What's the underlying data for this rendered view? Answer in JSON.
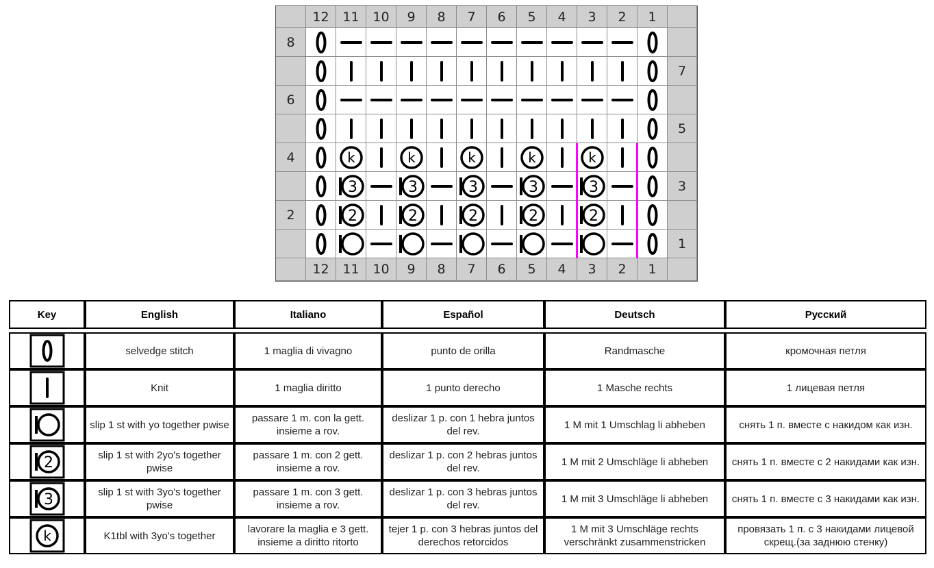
{
  "chart": {
    "top_col_labels": [
      "12",
      "11",
      "10",
      "9",
      "8",
      "7",
      "6",
      "5",
      "4",
      "3",
      "2",
      "1"
    ],
    "bottom_col_labels": [
      "12",
      "11",
      "10",
      "9",
      "8",
      "7",
      "6",
      "5",
      "4",
      "3",
      "2",
      "1"
    ],
    "left_row_labels": [
      "8",
      "",
      "6",
      "",
      "4",
      "",
      "2",
      ""
    ],
    "right_row_labels": [
      "",
      "7",
      "",
      "5",
      "",
      "3",
      "",
      "1"
    ],
    "rows": [
      [
        "selvedge",
        "purl",
        "purl",
        "purl",
        "purl",
        "purl",
        "purl",
        "purl",
        "purl",
        "purl",
        "purl",
        "selvedge"
      ],
      [
        "selvedge",
        "knit",
        "knit",
        "knit",
        "knit",
        "knit",
        "knit",
        "knit",
        "knit",
        "knit",
        "knit",
        "selvedge"
      ],
      [
        "selvedge",
        "purl",
        "purl",
        "purl",
        "purl",
        "purl",
        "purl",
        "purl",
        "purl",
        "purl",
        "purl",
        "selvedge"
      ],
      [
        "selvedge",
        "knit",
        "knit",
        "knit",
        "knit",
        "knit",
        "knit",
        "knit",
        "knit",
        "knit",
        "knit",
        "selvedge"
      ],
      [
        "selvedge",
        "k1tbl3",
        "knit",
        "k1tbl3",
        "knit",
        "k1tbl3",
        "knit",
        "k1tbl3",
        "knit",
        "k1tbl3",
        "knit",
        "selvedge"
      ],
      [
        "selvedge",
        "sl3yo",
        "purl",
        "sl3yo",
        "purl",
        "sl3yo",
        "purl",
        "sl3yo",
        "purl",
        "sl3yo",
        "purl",
        "selvedge"
      ],
      [
        "selvedge",
        "sl2yo",
        "knit",
        "sl2yo",
        "knit",
        "sl2yo",
        "knit",
        "sl2yo",
        "knit",
        "sl2yo",
        "knit",
        "selvedge"
      ],
      [
        "selvedge",
        "sl1yo",
        "purl",
        "sl1yo",
        "purl",
        "sl1yo",
        "purl",
        "sl1yo",
        "purl",
        "sl1yo",
        "purl",
        "selvedge"
      ]
    ],
    "repeat_marker_color": "#ff00ff"
  },
  "legend": {
    "headers": [
      "Key",
      "English",
      "Italiano",
      "Español",
      "Deutsch",
      "Русский"
    ],
    "rows": [
      {
        "symbol": "selvedge",
        "en": "selvedge stitch",
        "it": "1 maglia di vivagno",
        "es": "punto de orilla",
        "de": "Randmasche",
        "ru": "кромочная петля"
      },
      {
        "symbol": "knit",
        "en": "Knit",
        "it": "1 maglia  diritto",
        "es": "1 punto derecho",
        "de": "1 Masche rechts",
        "ru": "1 лицевая петля"
      },
      {
        "symbol": "sl1yo",
        "en": "slip 1 st with yo together pwise",
        "it": "passare 1 m. con la gett. insieme a rov.",
        "es": "deslizar 1 p.  con 1 hebra juntos del rev.",
        "de": "1 M mit 1 Umschlag li abheben",
        "ru": "снять 1 п. вместе с накидом как изн."
      },
      {
        "symbol": "sl2yo",
        "en": "slip 1 st with 2yo's together pwise",
        "it": "passare 1 m. con 2 gett. insieme  a rov.",
        "es": "deslizar 1 p. con 2 hebras juntos del rev.",
        "de": "1 M mit 2 Umschläge li abheben",
        "ru": "снять 1 п. вместе с 2 накидами как изн."
      },
      {
        "symbol": "sl3yo",
        "en": "slip 1 st with 3yo's together pwise",
        "it": "passare 1 m. con 3 gett. insieme  a rov.",
        "es": "deslizar 1 p. con 3 hebras juntos del rev.",
        "de": "1 M mit 3 Umschläge li abheben",
        "ru": "снять 1 п. вместе с 3 накидами как изн."
      },
      {
        "symbol": "k1tbl3",
        "en": "K1tbl with 3yo's together",
        "it": "lavorare la maglia e 3 gett. insieme a diritto  ritorto",
        "es": "tejer 1 p. con 3 hebras juntos del derechos retorcidos",
        "de": "1 M  mit 3 Umschläge rechts verschränkt zusammenstricken",
        "ru": "провязать 1 п. с 3 накидами  лицевой скрещ.(за заднюю стенку)"
      }
    ]
  },
  "symbol_text": {
    "sl2yo": "2",
    "sl3yo": "3",
    "k1tbl3": "k"
  }
}
